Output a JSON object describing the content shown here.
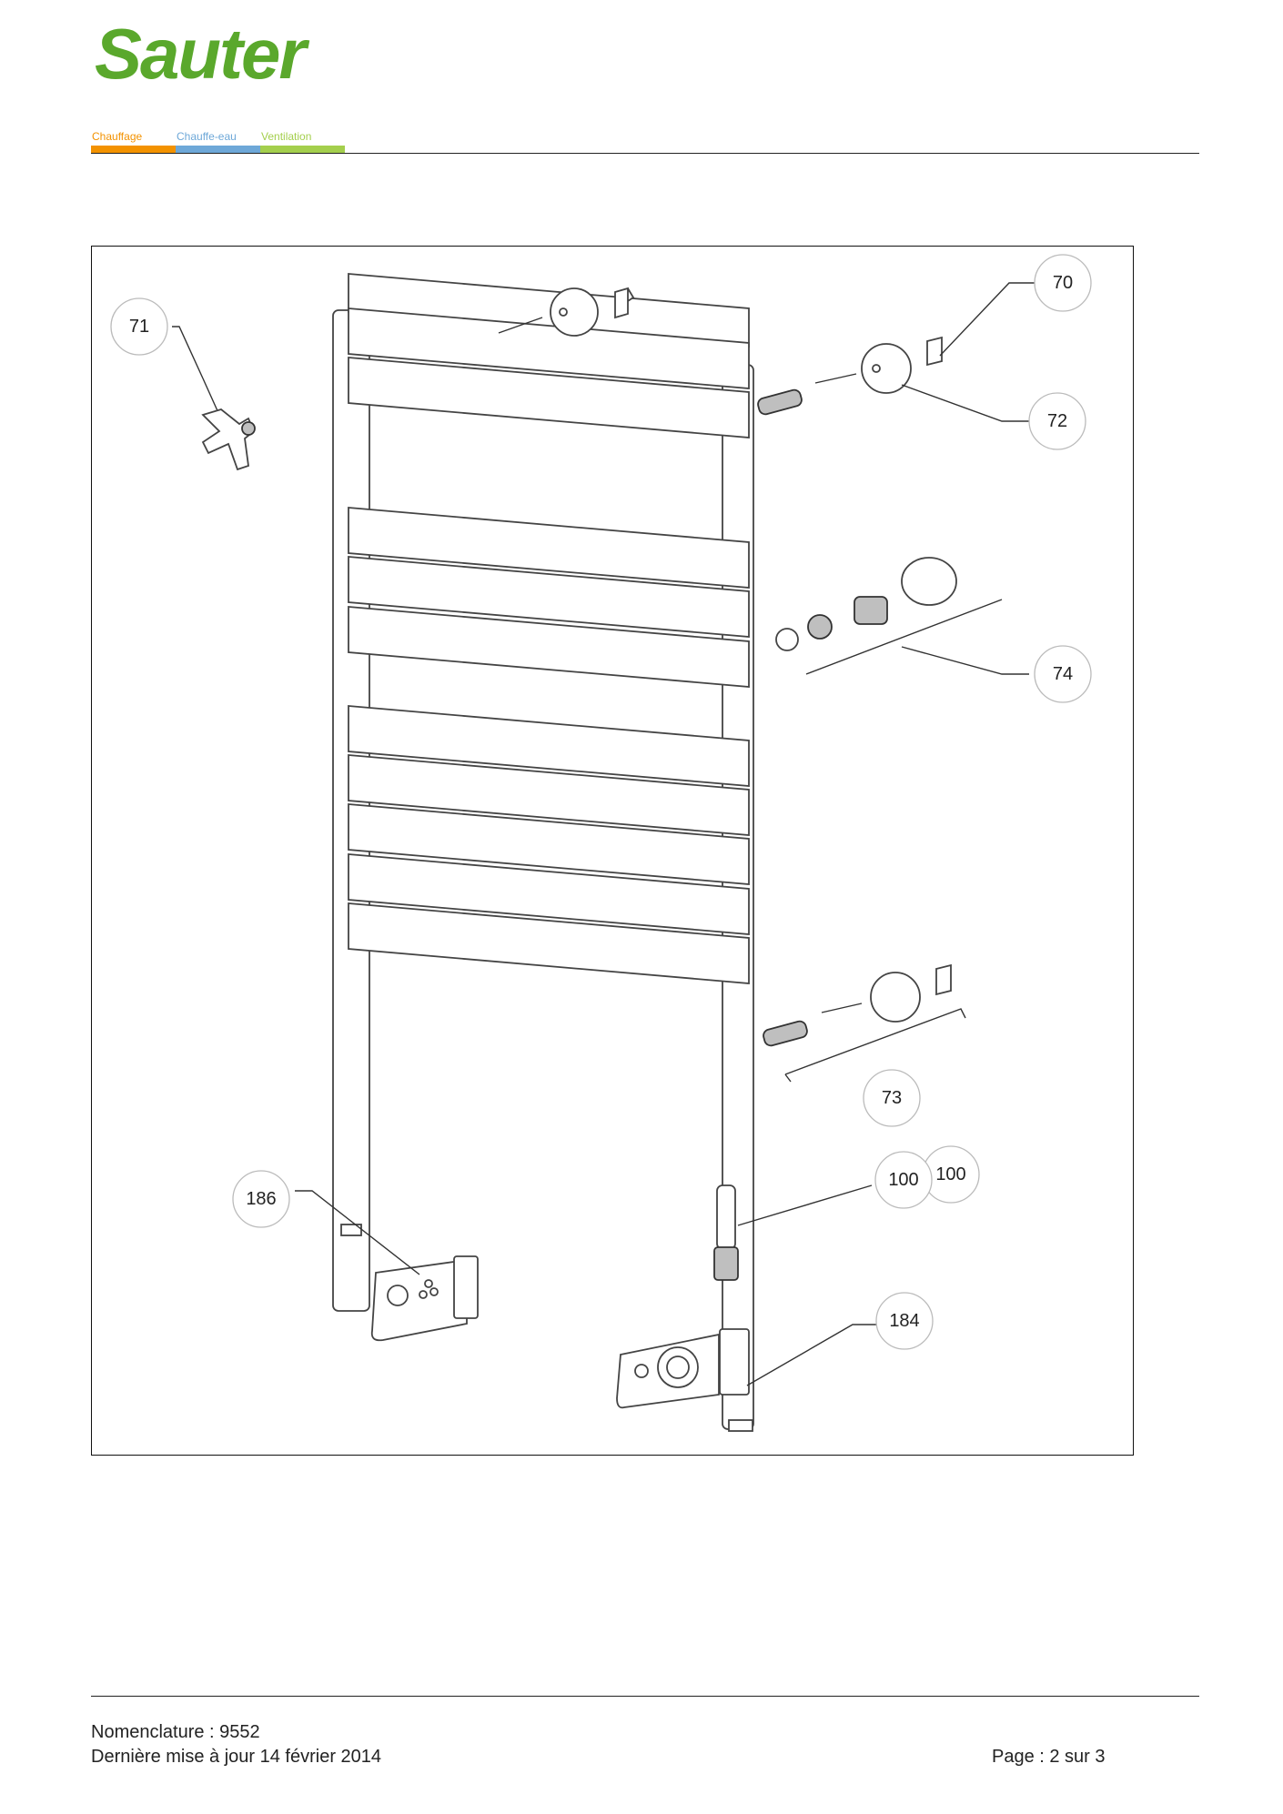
{
  "header": {
    "brand": "Sauter",
    "categories": [
      {
        "label": "Chauffage",
        "color": "#f39200"
      },
      {
        "label": "Chauffe-eau",
        "color": "#6ea8d8"
      },
      {
        "label": "Ventilation",
        "color": "#a4cf4d"
      }
    ],
    "brand_color": "#5aa82c"
  },
  "diagram": {
    "callouts": {
      "c70": "70",
      "c71": "71",
      "c72": "72",
      "c74": "74",
      "c73": "73",
      "c100a": "100",
      "c100b": "100",
      "c186": "186",
      "c184": "184"
    }
  },
  "footer": {
    "nomenclature": "Nomenclature : 9552",
    "last_update": "Dernière mise à jour 14 février 2014",
    "page": "Page : 2 sur 3"
  }
}
